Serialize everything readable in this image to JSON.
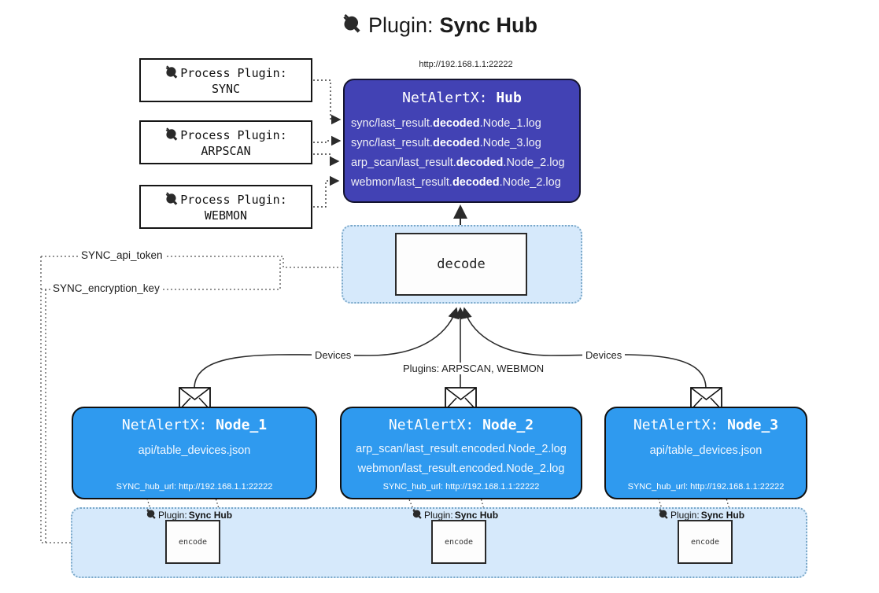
{
  "title": {
    "icon": "plug-icon",
    "prefix": "Plugin:",
    "name": "Sync Hub"
  },
  "hub": {
    "url": "http://192.168.1.1:22222",
    "title_prefix": "NetAlertX:",
    "title_name": "Hub",
    "lines": [
      {
        "pre": "sync/last_result.",
        "bold": "decoded",
        "post": ".Node_1.log"
      },
      {
        "pre": "sync/last_result.",
        "bold": "decoded",
        "post": ".Node_3.log"
      },
      {
        "pre": "arp_scan/last_result.",
        "bold": "decoded",
        "post": ".Node_2.log"
      },
      {
        "pre": "webmon/last_result.",
        "bold": "decoded",
        "post": ".Node_2.log"
      }
    ]
  },
  "process_plugins": [
    {
      "icon": "plug-icon",
      "label": "Process Plugin:",
      "name": "SYNC"
    },
    {
      "icon": "plug-icon",
      "label": "Process Plugin:",
      "name": "ARPSCAN"
    },
    {
      "icon": "plug-icon",
      "label": "Process Plugin:",
      "name": "WEBMON"
    }
  ],
  "keys": [
    {
      "label": "SYNC_api_token"
    },
    {
      "label": "SYNC_encryption_key"
    }
  ],
  "decode": {
    "label": "decode"
  },
  "edge_labels": {
    "devices_left": "Devices",
    "devices_right": "Devices",
    "plugins_center": "Plugins: ARPSCAN, WEBMON"
  },
  "nodes": [
    {
      "envelope_icon": "envelope-icon",
      "title_prefix": "NetAlertX:",
      "title_name": "Node_1",
      "lines": [
        "api/table_devices.json"
      ],
      "hub_url": "SYNC_hub_url: http://192.168.1.1:22222"
    },
    {
      "envelope_icon": "envelope-icon",
      "title_prefix": "NetAlertX:",
      "title_name": "Node_2",
      "lines": [
        "arp_scan/last_result.encoded.Node_2.log",
        "webmon/last_result.encoded.Node_2.log"
      ],
      "hub_url": "SYNC_hub_url: http://192.168.1.1:22222"
    },
    {
      "envelope_icon": "envelope-icon",
      "title_prefix": "NetAlertX:",
      "title_name": "Node_3",
      "lines": [
        "api/table_devices.json"
      ],
      "hub_url": "SYNC_hub_url: http://192.168.1.1:22222"
    }
  ],
  "encoders": [
    {
      "icon": "plug-icon",
      "caption_prefix": "Plugin:",
      "caption_name": "Sync Hub",
      "label": "encode"
    },
    {
      "icon": "plug-icon",
      "caption_prefix": "Plugin:",
      "caption_name": "Sync Hub",
      "label": "encode"
    },
    {
      "icon": "plug-icon",
      "caption_prefix": "Plugin:",
      "caption_name": "Sync Hub",
      "label": "encode"
    }
  ],
  "colors": {
    "hub_fill": "#4242b4",
    "node_fill": "#2f9aef",
    "band_fill": "#d6e9fb",
    "band_border": "#7aa8c9",
    "box_border": "#101010"
  }
}
